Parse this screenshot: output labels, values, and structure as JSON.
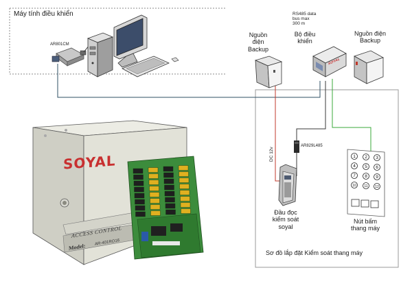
{
  "labels": {
    "computer_title": "Máy tính điều khiển",
    "converter": "AR801CM",
    "backup_power_left": [
      "Nguồn",
      "điện",
      "Backup"
    ],
    "rs485_note": [
      "RS485 data",
      "bus max",
      "300 m"
    ],
    "controller": [
      "Bộ điều",
      "khiển"
    ],
    "backup_power_right": [
      "Nguồn điện",
      "Backup"
    ],
    "relay_module": "AR829L485",
    "dc_label": "DC 12v",
    "reader": [
      "Đầu đọc",
      "kiểm soát",
      "soyal"
    ],
    "buttons": [
      "Nút bấm",
      "thang máy"
    ],
    "diagram_caption": "Sơ đồ lắp đặt Kiểm soát thang máy",
    "brand_logo": "SOYAL",
    "panel_text": "ACCESS CONTROL",
    "model_label": "Model:",
    "model_number": "AR-401RO16",
    "controller_brand": "SOYAL"
  },
  "keypad_keys": [
    "1",
    "2",
    "3",
    "4",
    "5",
    "6",
    "7",
    "8",
    "9",
    "10",
    "11",
    "12"
  ],
  "colors": {
    "border": "#9a9a9a",
    "dashed_border": "#8a8a8a",
    "line_network": "#2d4f63",
    "line_power": "#c0392b",
    "line_data": "#3a3a3a",
    "line_green": "#3aa83a",
    "cabinet": "#dcdcd2",
    "pcb": "#3c8c3c",
    "brand_red": "#c83030"
  }
}
